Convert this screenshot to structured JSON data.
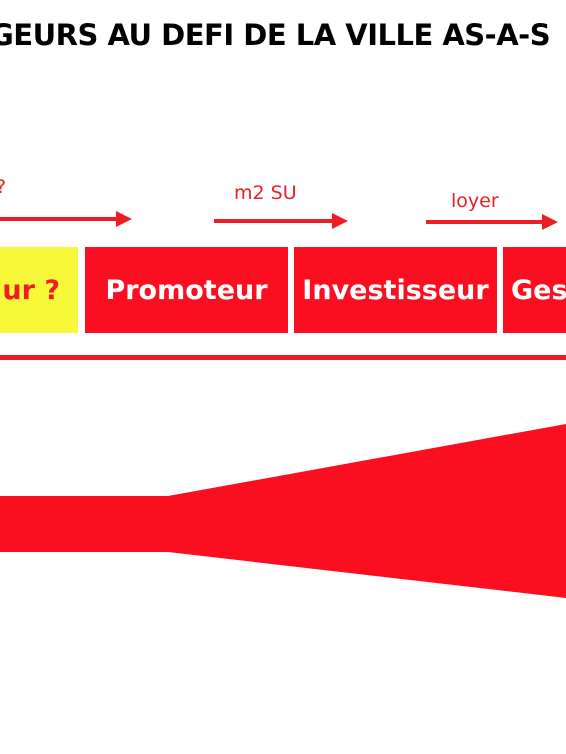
{
  "title": "GEURS AU DEFI DE LA VILLE AS-A-S",
  "flow_labels": {
    "cut": "?",
    "m2": "m2 SU",
    "loyer": "loyer"
  },
  "boxes": {
    "first": "ur ?",
    "promoteur": "Promoteur",
    "investisseur": "Investisseur",
    "gestionnaire": "Gest"
  },
  "colors": {
    "red": "#fb0e1f",
    "arrow_red": "#ee1c25",
    "yellow": "#f8f83a",
    "title": "#000000"
  }
}
